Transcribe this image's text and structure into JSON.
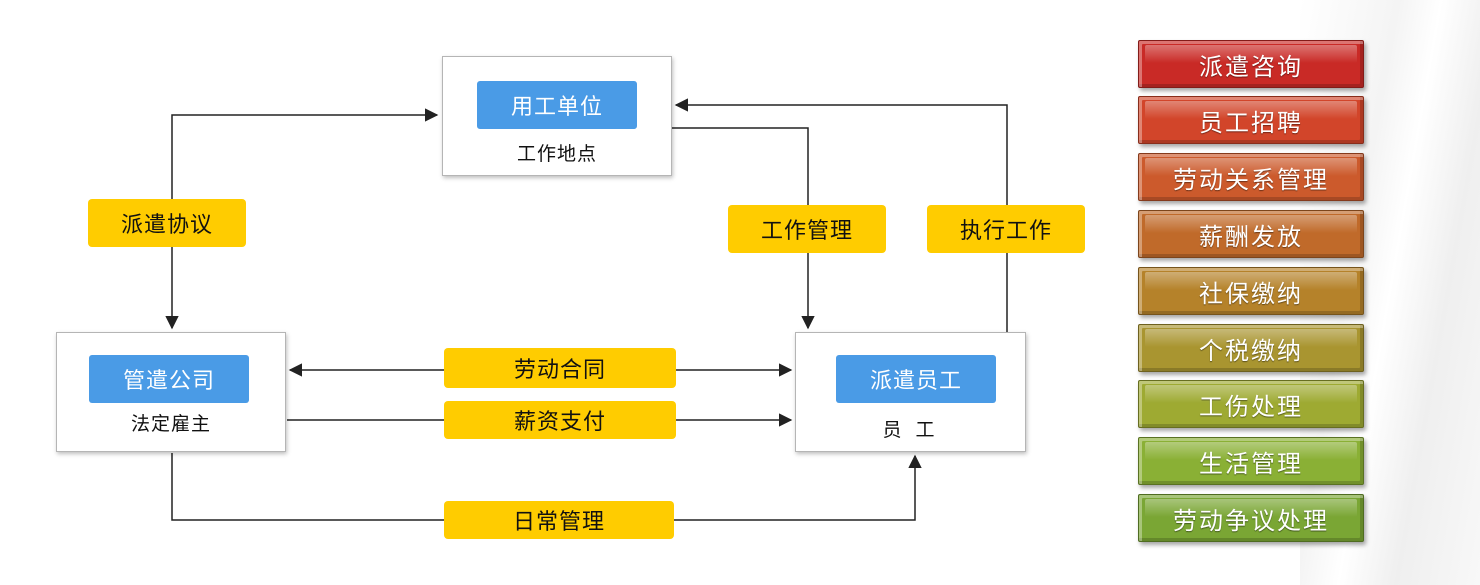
{
  "nodes": {
    "employer_unit": {
      "title": "用工单位",
      "subtitle": "工作地点"
    },
    "management_company": {
      "title": "管遣公司",
      "subtitle": "法定雇主"
    },
    "dispatched_employee": {
      "title": "派遣员工",
      "subtitle": "员 工"
    }
  },
  "edge_labels": {
    "dispatch_agreement": "派遣协议",
    "work_management": "工作管理",
    "execute_work": "执行工作",
    "labor_contract": "劳动合同",
    "salary_payment": "薪资支付",
    "daily_management": "日常管理"
  },
  "services": [
    {
      "label": "派遣咨询",
      "color": "#c92a26"
    },
    {
      "label": "员工招聘",
      "color": "#d2452a"
    },
    {
      "label": "劳动关系管理",
      "color": "#cc5a2c"
    },
    {
      "label": "薪酬发放",
      "color": "#c06a2a"
    },
    {
      "label": "社保缴纳",
      "color": "#b5822a"
    },
    {
      "label": "个税缴纳",
      "color": "#a99530"
    },
    {
      "label": "工伤处理",
      "color": "#9eaa32"
    },
    {
      "label": "生活管理",
      "color": "#8ab035"
    },
    {
      "label": "劳动争议处理",
      "color": "#7aa634"
    }
  ],
  "colors": {
    "node_title_bg": "#4a9be6",
    "edge_label_bg": "#ffcc00",
    "line": "#222222"
  }
}
